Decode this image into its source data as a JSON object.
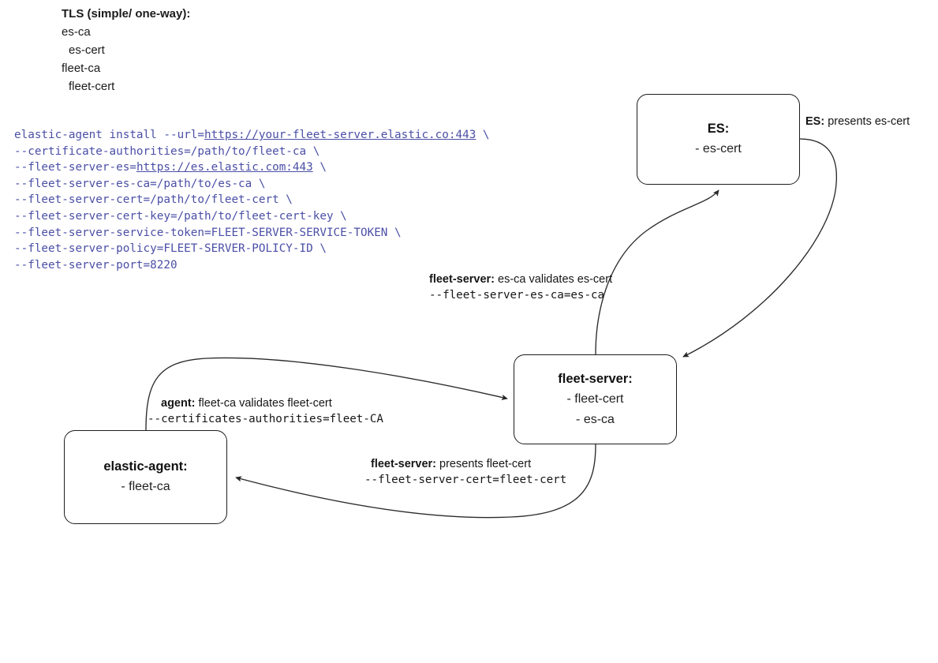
{
  "legend": {
    "title": "TLS (simple/ one-way):",
    "entries": [
      {
        "text": "es-ca",
        "indent": 1
      },
      {
        "text": "es-cert",
        "indent": 2
      },
      {
        "text": "fleet-ca",
        "indent": 1
      },
      {
        "text": "fleet-cert",
        "indent": 2
      }
    ]
  },
  "command": {
    "color": "#4b4fa6",
    "lines": [
      [
        {
          "t": "elastic-agent install --url=",
          "link": false
        },
        {
          "t": "https://your-fleet-server.elastic.co:443",
          "link": true
        },
        {
          "t": " \\",
          "link": false
        }
      ],
      [
        {
          "t": "--certificate-authorities=/path/to/fleet-ca \\",
          "link": false
        }
      ],
      [
        {
          "t": "--fleet-server-es=",
          "link": false
        },
        {
          "t": "https://es.elastic.com:443",
          "link": true
        },
        {
          "t": " \\",
          "link": false
        }
      ],
      [
        {
          "t": "--fleet-server-es-ca=/path/to/es-ca \\",
          "link": false
        }
      ],
      [
        {
          "t": "--fleet-server-cert=/path/to/fleet-cert \\",
          "link": false
        }
      ],
      [
        {
          "t": "--fleet-server-cert-key=/path/to/fleet-cert-key \\",
          "link": false
        }
      ],
      [
        {
          "t": "--fleet-server-service-token=FLEET-SERVER-SERVICE-TOKEN \\",
          "link": false
        }
      ],
      [
        {
          "t": "--fleet-server-policy=FLEET-SERVER-POLICY-ID \\",
          "link": false
        }
      ],
      [
        {
          "t": "--fleet-server-port=8220",
          "link": false
        }
      ]
    ]
  },
  "nodes": {
    "es": {
      "title": "ES:",
      "lines": [
        "- es-cert"
      ]
    },
    "fleet_server": {
      "title": "fleet-server:",
      "lines": [
        "- fleet-cert",
        "- es-ca"
      ]
    },
    "elastic_agent": {
      "title": "elastic-agent:",
      "lines": [
        "- fleet-ca"
      ]
    }
  },
  "edge_labels": {
    "es_presents": {
      "actor": "ES:",
      "text": " presents es-cert"
    },
    "fleet_validates": {
      "actor": "fleet-server:",
      "text": " es-ca validates es-cert",
      "flag": "--fleet-server-es-ca=es-ca"
    },
    "agent_validates": {
      "actor": "agent:",
      "text": " fleet-ca validates fleet-cert",
      "flag": "--certificates-authorities=fleet-CA"
    },
    "fleet_presents": {
      "actor": "fleet-server:",
      "text": " presents fleet-cert",
      "flag": "--fleet-server-cert=fleet-cert"
    }
  },
  "edges": [
    {
      "name": "fleet-server-to-es",
      "from": "fleet-server",
      "to": "es"
    },
    {
      "name": "es-to-fleet-server",
      "from": "es",
      "to": "fleet-server"
    },
    {
      "name": "elastic-agent-to-fleet",
      "from": "elastic-agent",
      "to": "fleet-server"
    },
    {
      "name": "fleet-to-elastic-agent",
      "from": "fleet-server",
      "to": "elastic-agent"
    }
  ],
  "stroke_color": "#2b2b2b"
}
